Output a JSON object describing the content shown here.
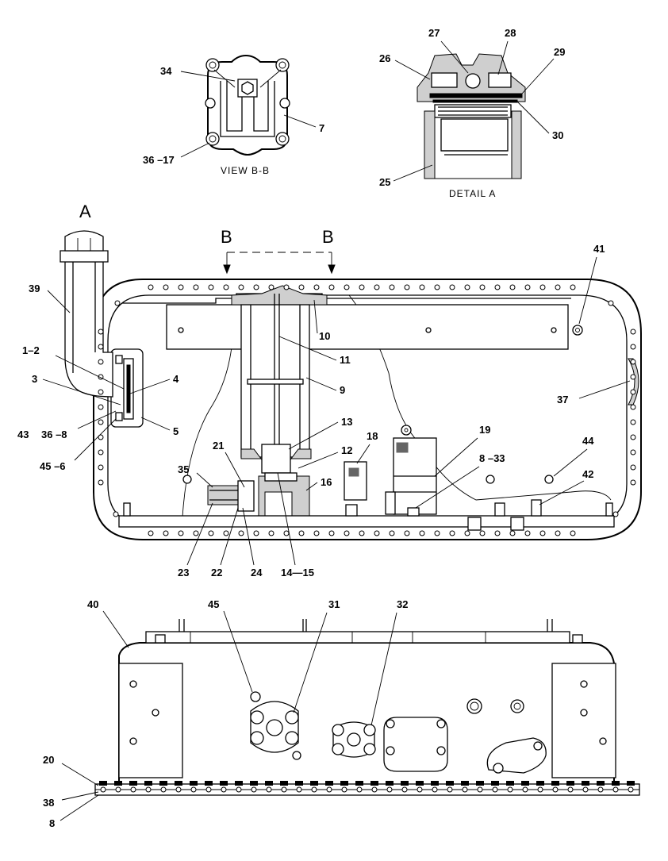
{
  "views": {
    "section_view_title": "VIEW B-B",
    "detail_view_title": "DETAIL A",
    "detail_marker": "A",
    "section_marker_left": "B",
    "section_marker_right": "B"
  },
  "callouts": {
    "c34": "34",
    "c7": "7",
    "c36_17": "36 –17",
    "c27": "27",
    "c28": "28",
    "c29": "29",
    "c26": "26",
    "c30": "30",
    "c25": "25",
    "c41": "41",
    "c39": "39",
    "c10": "10",
    "c11": "11",
    "c9": "9",
    "c1_2": "1–2",
    "c3": "3",
    "c4": "4",
    "c5": "5",
    "c43": "43",
    "c36_8": "36 –8",
    "c45_6": "45 –6",
    "c37": "37",
    "c13": "13",
    "c18": "18",
    "c19": "19",
    "c44": "44",
    "c12": "12",
    "c8_33": "8 –33",
    "c21": "21",
    "c35": "35",
    "c16": "16",
    "c42": "42",
    "c23": "23",
    "c22": "22",
    "c24": "24",
    "c14_15": "14—15",
    "c40": "40",
    "c45b": "45",
    "c31": "31",
    "c32": "32",
    "c20": "20",
    "c38": "38",
    "c8b": "8"
  }
}
